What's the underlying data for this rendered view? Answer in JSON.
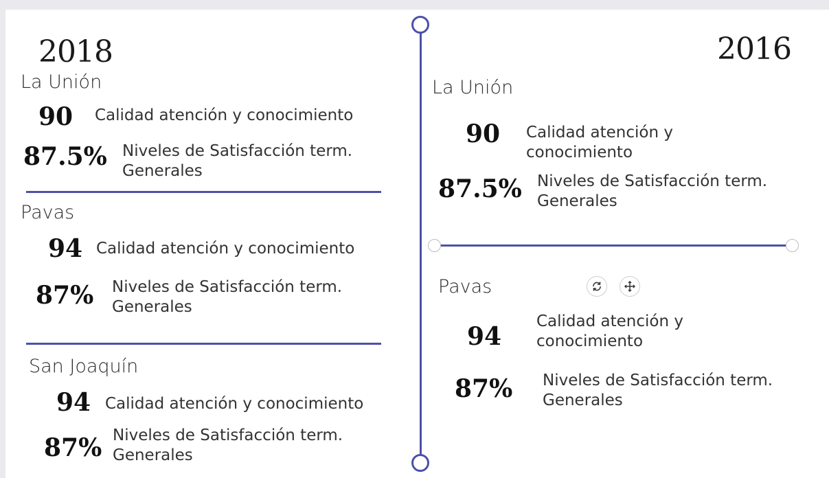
{
  "left": {
    "year": "2018",
    "sections": [
      {
        "location": "La Unión",
        "rows": [
          {
            "value": "90",
            "label": "Calidad atención y conocimiento"
          },
          {
            "value": "87.5%",
            "label": "Niveles de Satisfacción term. Generales"
          }
        ]
      },
      {
        "location": "Pavas",
        "rows": [
          {
            "value": "94",
            "label": "Calidad atención y conocimiento"
          },
          {
            "value": "87%",
            "label": "Niveles de Satisfacción term. Generales"
          }
        ]
      },
      {
        "location": "San Joaquín",
        "rows": [
          {
            "value": "94",
            "label": "Calidad atención y conocimiento"
          },
          {
            "value": "87%",
            "label": "Niveles de Satisfacción term. Generales"
          }
        ]
      }
    ]
  },
  "right": {
    "year": "2016",
    "sections": [
      {
        "location": "La Unión",
        "rows": [
          {
            "value": "90",
            "label": "Calidad atención y conocimiento"
          },
          {
            "value": "87.5%",
            "label": "Niveles de Satisfacción term. Generales"
          }
        ]
      },
      {
        "location": "Pavas",
        "rows": [
          {
            "value": "94",
            "label": "Calidad atención y conocimiento"
          },
          {
            "value": "87%",
            "label": "Niveles de Satisfacción term. Generales"
          }
        ]
      }
    ]
  },
  "icons": {
    "rotate": "rotate-icon",
    "move": "move-icon"
  },
  "colors": {
    "accent": "#4d4fa8",
    "background": "#ffffff"
  }
}
